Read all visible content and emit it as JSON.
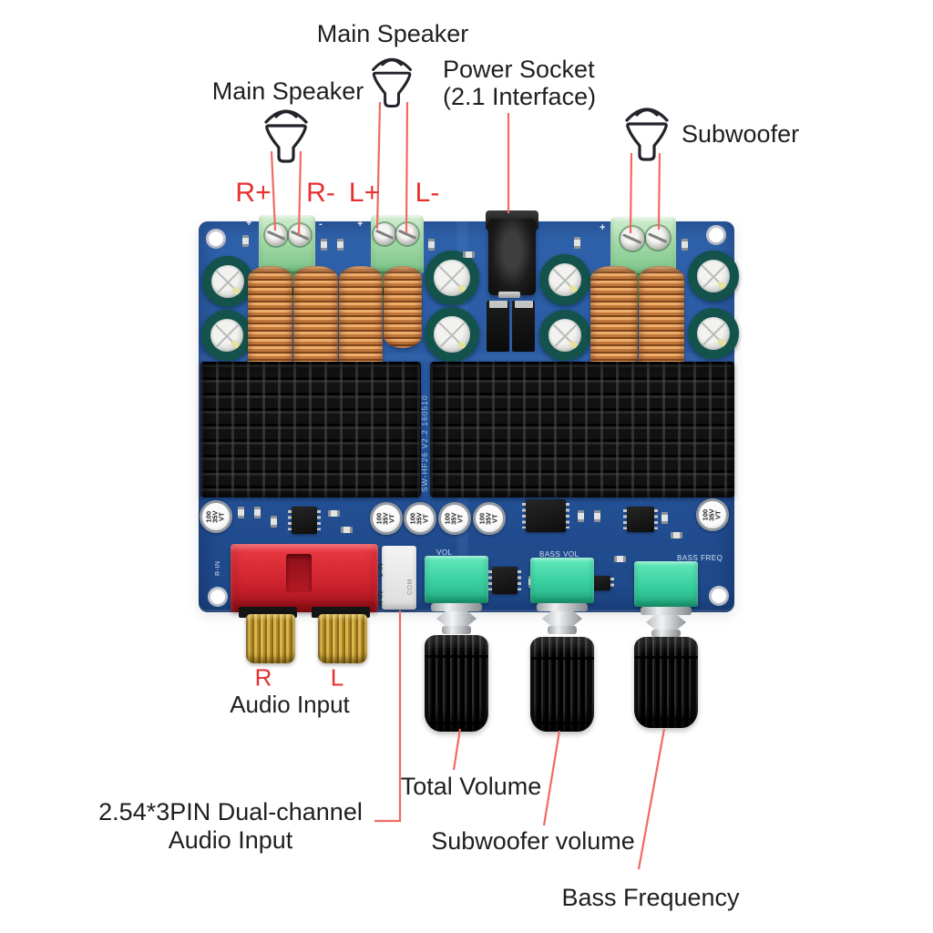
{
  "annotations": {
    "main_speaker_top": "Main Speaker",
    "main_speaker_left": "Main Speaker",
    "power_socket_line1": "Power Socket",
    "power_socket_line2": "(2.1 Interface)",
    "subwoofer": "Subwoofer",
    "r_plus": "R+",
    "r_minus": "R-",
    "l_plus": "L+",
    "l_minus": "L-",
    "rca_r": "R",
    "rca_l": "L",
    "audio_input": "Audio Input",
    "pin_header_line1": "2.54*3PIN Dual-channel",
    "pin_header_line2": "Audio Input",
    "total_volume": "Total Volume",
    "subwoofer_volume": "Subwoofer volume",
    "bass_frequency": "Bass Frequency"
  },
  "silkscreen": {
    "vol": "VOL",
    "bass_vol": "BASS VOL",
    "bass_freq": "BASS FREQ",
    "model": "SW-HF26 V2.2 160510",
    "r_in": "R-IN",
    "l_in": "L-IN",
    "com": "COM",
    "plus": "+",
    "minus": "-"
  },
  "capacitor_label": {
    "line1": "100",
    "line2": "35V",
    "line3": "VT"
  },
  "colors": {
    "pcb_blue": "#28579f",
    "annotation_red": "#e53030",
    "leader_line_red": "#ef6a63",
    "pot_green": "#38d0a0",
    "terminal_green": "#a8dcab",
    "rca_red": "#d0242e",
    "rca_gold": "#c8a238",
    "heatsink_black": "#101010"
  }
}
